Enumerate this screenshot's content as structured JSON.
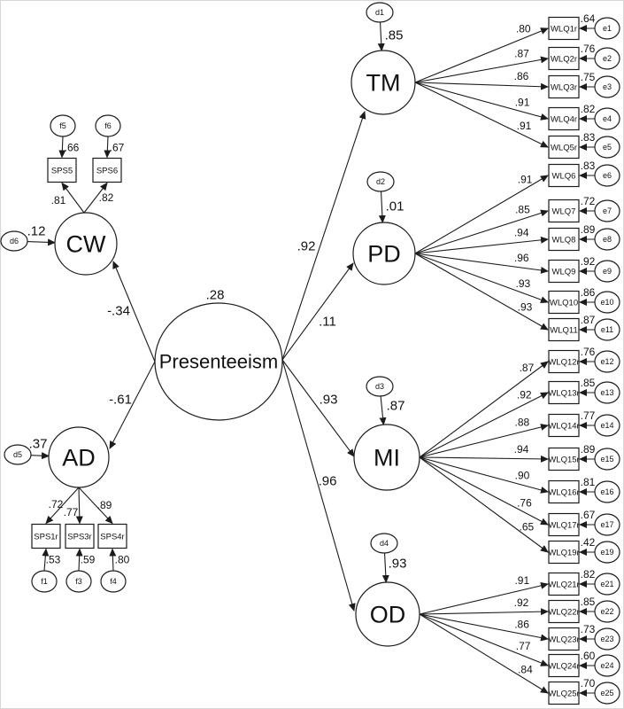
{
  "model": {
    "central": {
      "id": "Presenteeism",
      "label": "Presenteeism",
      "value": ".28"
    },
    "factors": [
      {
        "id": "CW",
        "label": "CW",
        "path_value": "-.34",
        "disturbance": {
          "id": "d6",
          "label": "d6",
          "value": ".12"
        },
        "indicators": [
          {
            "id": "SPS5",
            "label": "SPS5",
            "loading": ".81",
            "error": {
              "id": "f5",
              "label": "f5",
              "value": ".66"
            }
          },
          {
            "id": "SPS6",
            "label": "SPS6",
            "loading": ".82",
            "error": {
              "id": "f6",
              "label": "f6",
              "value": ".67"
            }
          }
        ]
      },
      {
        "id": "AD",
        "label": "AD",
        "path_value": "-.61",
        "disturbance": {
          "id": "d5",
          "label": "d5",
          "value": ".37"
        },
        "indicators": [
          {
            "id": "SPS1r",
            "label": "SPS1r",
            "loading": ".72",
            "error": {
              "id": "f1",
              "label": "f1",
              "value": ".53"
            }
          },
          {
            "id": "SPS3r",
            "label": "SPS3r",
            "loading": ".77",
            "error": {
              "id": "f3",
              "label": "f3",
              "value": ".59"
            }
          },
          {
            "id": "SPS4r",
            "label": "SPS4r",
            "loading": ".89",
            "error": {
              "id": "f4",
              "label": "f4",
              "value": ".80"
            }
          }
        ]
      },
      {
        "id": "TM",
        "label": "TM",
        "path_value": ".92",
        "disturbance": {
          "id": "d1",
          "label": "d1",
          "value": ".85"
        },
        "indicators": [
          {
            "id": "WLQ1r",
            "label": "WLQ1r",
            "loading": ".80",
            "error": {
              "id": "e1",
              "label": "e1",
              "value": ".64"
            }
          },
          {
            "id": "WLQ2r",
            "label": "WLQ2r",
            "loading": ".87",
            "error": {
              "id": "e2",
              "label": "e2",
              "value": ".76"
            }
          },
          {
            "id": "WLQ3r",
            "label": "WLQ3r",
            "loading": ".86",
            "error": {
              "id": "e3",
              "label": "e3",
              "value": ".75"
            }
          },
          {
            "id": "WLQ4r",
            "label": "WLQ4r",
            "loading": ".91",
            "error": {
              "id": "e4",
              "label": "e4",
              "value": ".82"
            }
          },
          {
            "id": "WLQ5r",
            "label": "WLQ5r",
            "loading": ".91",
            "error": {
              "id": "e5",
              "label": "e5",
              "value": ".83"
            }
          }
        ]
      },
      {
        "id": "PD",
        "label": "PD",
        "path_value": ".11",
        "disturbance": {
          "id": "d2",
          "label": "d2",
          "value": ".01"
        },
        "indicators": [
          {
            "id": "WLQ6",
            "label": "WLQ6",
            "loading": ".91",
            "error": {
              "id": "e6",
              "label": "e6",
              "value": ".83"
            }
          },
          {
            "id": "WLQ7",
            "label": "WLQ7",
            "loading": ".85",
            "error": {
              "id": "e7",
              "label": "e7",
              "value": ".72"
            }
          },
          {
            "id": "WLQ8",
            "label": "WLQ8",
            "loading": ".94",
            "error": {
              "id": "e8",
              "label": "e8",
              "value": ".89"
            }
          },
          {
            "id": "WLQ9",
            "label": "WLQ9",
            "loading": ".96",
            "error": {
              "id": "e9",
              "label": "e9",
              "value": ".92"
            }
          },
          {
            "id": "WLQ10",
            "label": "WLQ10",
            "loading": ".93",
            "error": {
              "id": "e10",
              "label": "e10",
              "value": ".86"
            }
          },
          {
            "id": "WLQ11",
            "label": "WLQ11",
            "loading": ".93",
            "error": {
              "id": "e11",
              "label": "e11",
              "value": ".87"
            }
          }
        ]
      },
      {
        "id": "MI",
        "label": "MI",
        "path_value": ".93",
        "disturbance": {
          "id": "d3",
          "label": "d3",
          "value": ".87"
        },
        "indicators": [
          {
            "id": "WLQ12r",
            "label": "WLQ12r",
            "loading": ".87",
            "error": {
              "id": "e12",
              "label": "e12",
              "value": ".76"
            }
          },
          {
            "id": "WLQ13r",
            "label": "WLQ13r",
            "loading": ".92",
            "error": {
              "id": "e13",
              "label": "e13",
              "value": ".85"
            }
          },
          {
            "id": "WLQ14r",
            "label": "WLQ14r",
            "loading": ".88",
            "error": {
              "id": "e14",
              "label": "e14",
              "value": ".77"
            }
          },
          {
            "id": "WLQ15r",
            "label": "WLQ15r",
            "loading": ".94",
            "error": {
              "id": "e15",
              "label": "e15",
              "value": ".89"
            }
          },
          {
            "id": "WLQ16r",
            "label": "WLQ16r",
            "loading": ".90",
            "error": {
              "id": "e16",
              "label": "e16",
              "value": ".81"
            }
          },
          {
            "id": "WLQ17r",
            "label": "WLQ17r",
            "loading": ".76",
            "error": {
              "id": "e17",
              "label": "e17",
              "value": ".67"
            }
          },
          {
            "id": "WLQ19r",
            "label": "WLQ19r",
            "loading": ".65",
            "error": {
              "id": "e19",
              "label": "e19",
              "value": ".42"
            }
          }
        ]
      },
      {
        "id": "OD",
        "label": "OD",
        "path_value": ".96",
        "disturbance": {
          "id": "d4",
          "label": "d4",
          "value": ".93"
        },
        "indicators": [
          {
            "id": "WLQ21r",
            "label": "WLQ21r",
            "loading": ".91",
            "error": {
              "id": "e21",
              "label": "e21",
              "value": ".82"
            }
          },
          {
            "id": "WLQ22r",
            "label": "WLQ22r",
            "loading": ".92",
            "error": {
              "id": "e22",
              "label": "e22",
              "value": ".85"
            }
          },
          {
            "id": "WLQ23r",
            "label": "WLQ23r",
            "loading": ".86",
            "error": {
              "id": "e23",
              "label": "e23",
              "value": ".73"
            }
          },
          {
            "id": "WLQ24r",
            "label": "WLQ24r",
            "loading": ".77",
            "error": {
              "id": "e24",
              "label": "e24",
              "value": ".60"
            }
          },
          {
            "id": "WLQ25r",
            "label": "WLQ25r",
            "loading": ".84",
            "error": {
              "id": "e25",
              "label": "e25",
              "value": ".70"
            }
          }
        ]
      }
    ]
  }
}
